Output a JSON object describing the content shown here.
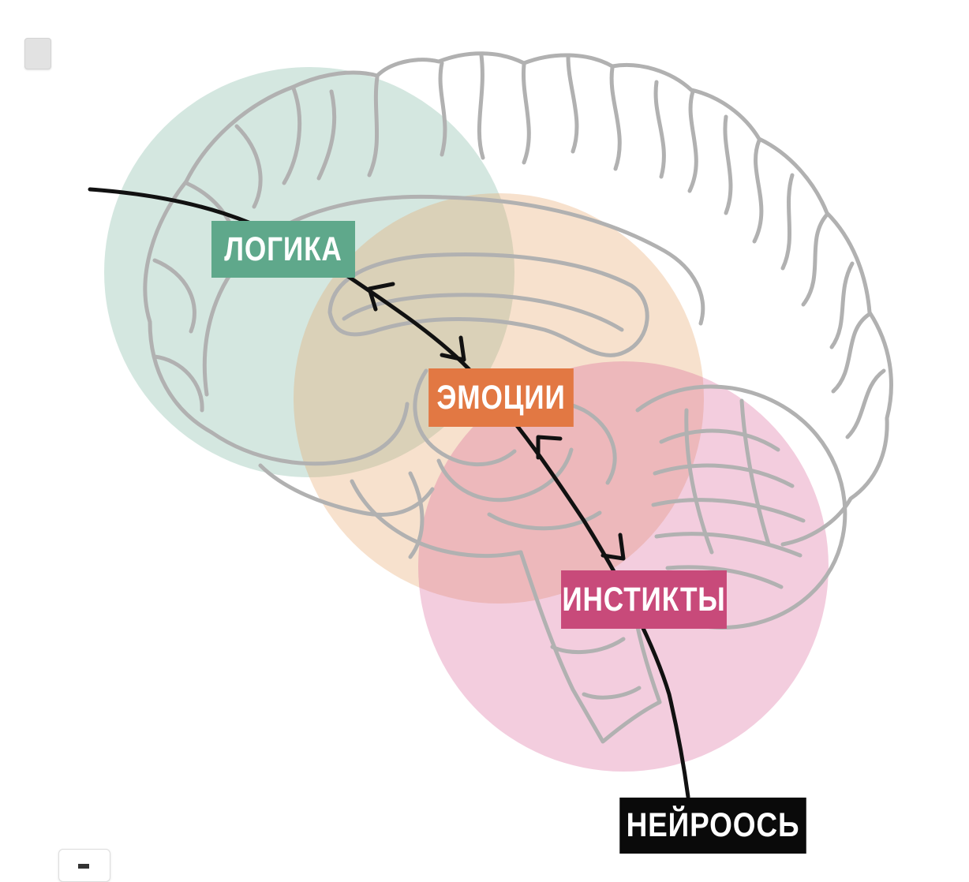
{
  "colors": {
    "logic": "#5fa88b",
    "emotions": "#e27843",
    "instincts": "#c84a7a",
    "neuro": "#0a0a0a",
    "logic_zone": "#d4ebe5",
    "emotions_zone": "#f3d5bb",
    "instincts_zone": "#ecc2d6",
    "brain_outline": "#b1b1b1",
    "arrow": "#111111"
  },
  "labels": {
    "logic": "ЛОГИКА",
    "emotions": "ЭМОЦИИ",
    "instincts": "ИНСТИКТЫ",
    "neuro": "НЕЙРООСЬ"
  }
}
